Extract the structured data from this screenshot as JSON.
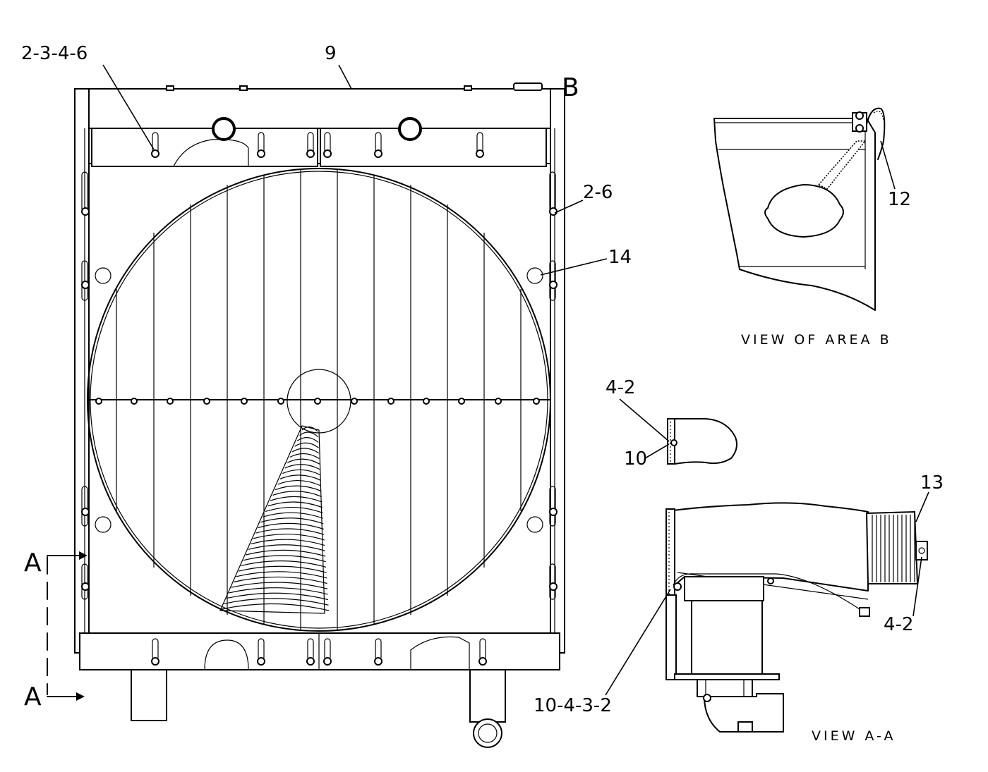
{
  "colors": {
    "line": "#000000",
    "background": "#ffffff"
  },
  "callouts": {
    "top_left": "2-3-4-6",
    "top": "9",
    "right_upper": "2-6",
    "right_mid": "14",
    "area_b_hose": "12",
    "detail_upper": "4-2",
    "detail_lower": "10",
    "view_aa_right_top": "13",
    "view_aa_right_bottom": "4-2",
    "view_aa_bottom": "10-4-3-2"
  },
  "sections": {
    "b": "B",
    "a_top": "A",
    "a_bottom": "A"
  },
  "captions": {
    "area_b": "VIEW OF AREA B",
    "view_aa": "VIEW A-A"
  }
}
